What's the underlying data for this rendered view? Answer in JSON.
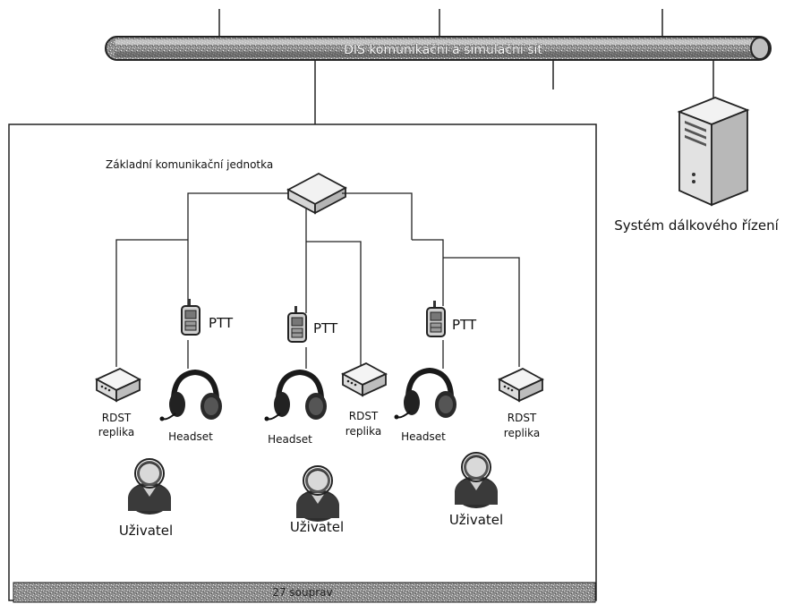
{
  "network": {
    "bus_label": "DIS komunikační a simulační síť"
  },
  "station": {
    "hub_label": "Základní komunikační jednotka",
    "footer_label": "27 souprav"
  },
  "remote": {
    "label": "Systém dálkového řízení"
  },
  "devices": {
    "ptt_label": "PTT",
    "headset_label": "Headset",
    "rdst_label_line1": "RDST",
    "rdst_label_line2": "replika",
    "user_label": "Uživatel"
  }
}
